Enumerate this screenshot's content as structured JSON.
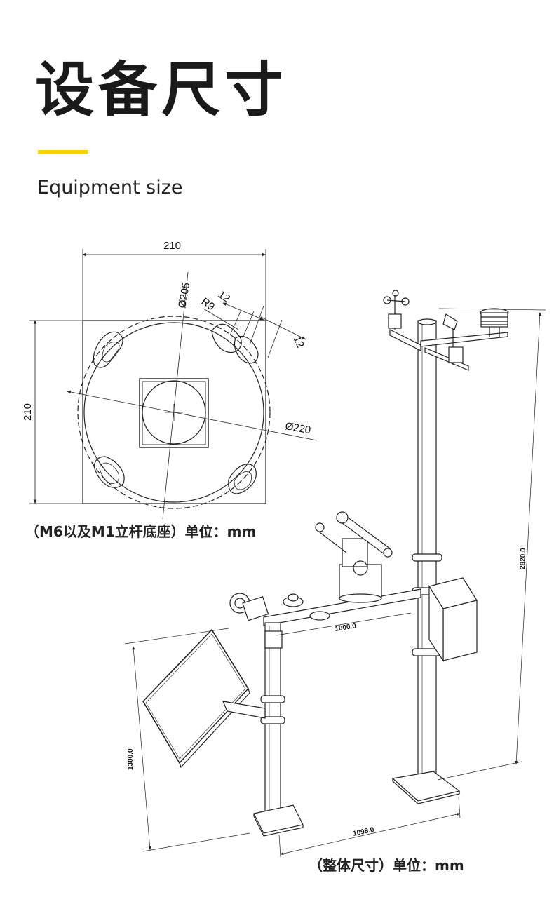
{
  "header": {
    "title": "设备尺寸",
    "subtitle": "Equipment size"
  },
  "base_drawing": {
    "width_label": "210",
    "height_label": "210",
    "outer_diameter_label": "Ø220",
    "inner_diameter_label": "Ø205",
    "radius_label": "R9",
    "slot_dim_a": "12",
    "slot_dim_b": "12",
    "caption": "（M6以及M1立杆底座）单位：mm"
  },
  "station_drawing": {
    "crossbar_length": "1000.0",
    "base_span": "1098.0",
    "short_pole_height": "1300.0",
    "tall_pole_height": "2820.0",
    "caption": "（整体尺寸）单位：mm"
  },
  "colors": {
    "accent": "#f5d300",
    "line": "#222222"
  }
}
